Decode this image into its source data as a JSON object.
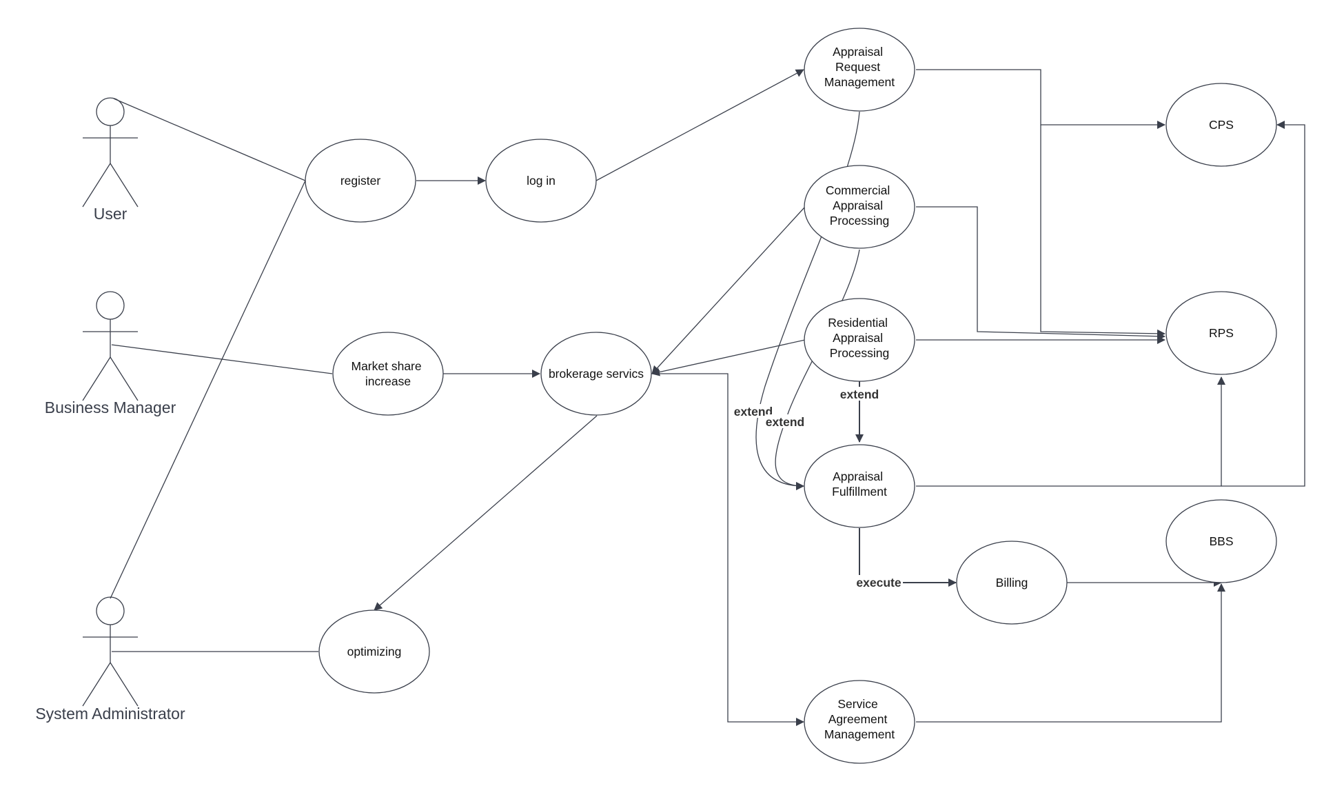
{
  "actors": {
    "user": "User",
    "business_manager": "Business Manager",
    "system_administrator": "System Administrator"
  },
  "use_cases": {
    "register": [
      "register"
    ],
    "login": [
      "log in"
    ],
    "market_share": [
      "Market share",
      "increase"
    ],
    "brokerage": [
      "brokerage servics"
    ],
    "optimizing": [
      "optimizing"
    ],
    "appraisal_request": [
      "Appraisal",
      "Request",
      "Management"
    ],
    "commercial_appraisal": [
      "Commercial",
      "Appraisal",
      "Processing"
    ],
    "residential_appraisal": [
      "Residential",
      "Appraisal",
      "Processing"
    ],
    "appraisal_fulfillment": [
      "Appraisal",
      "Fulfillment"
    ],
    "billing": [
      "Billing"
    ],
    "service_agreement": [
      "Service",
      "Agreement",
      "Management"
    ],
    "cps": [
      "CPS"
    ],
    "rps": [
      "RPS"
    ],
    "bbs": [
      "BBS"
    ]
  },
  "edge_labels": {
    "extend_residential": "extend",
    "extend_request": "extend",
    "extend_commercial": "extend",
    "execute": "execute"
  }
}
